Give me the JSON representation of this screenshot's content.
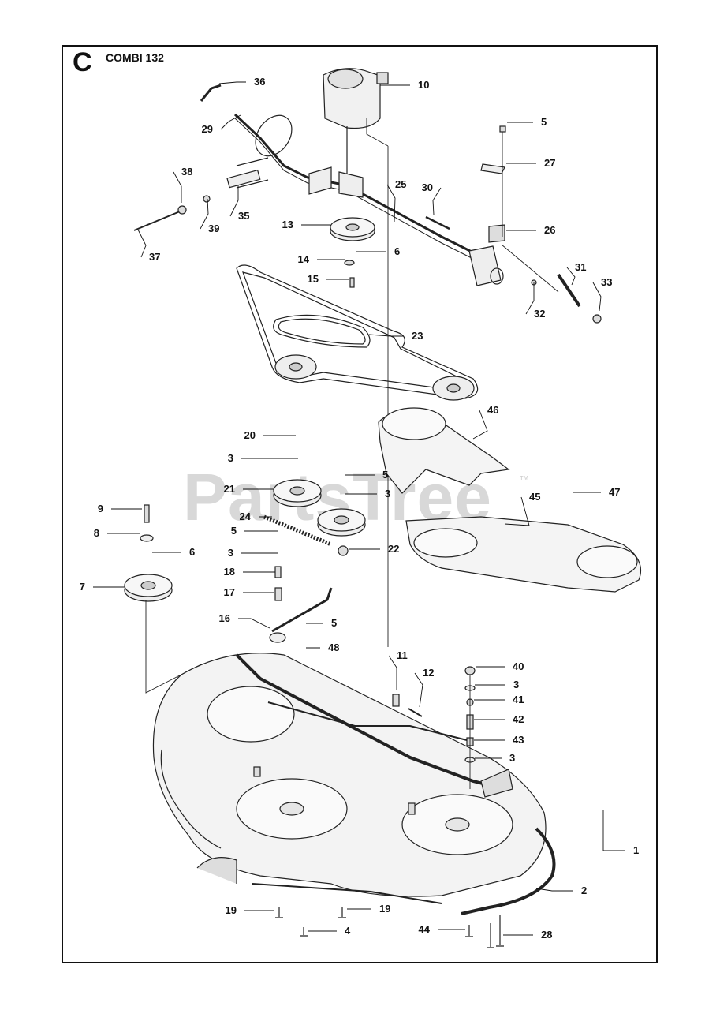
{
  "header": {
    "section_letter": "C",
    "model": "COMBI 132"
  },
  "watermark": {
    "text": "PartsTree",
    "trademark": "™"
  },
  "callouts": [
    "1",
    "2",
    "3",
    "3",
    "3",
    "3",
    "3",
    "4",
    "5",
    "5",
    "5",
    "5",
    "6",
    "6",
    "7",
    "8",
    "9",
    "10",
    "11",
    "12",
    "13",
    "14",
    "15",
    "16",
    "17",
    "18",
    "19",
    "19",
    "20",
    "21",
    "22",
    "23",
    "24",
    "25",
    "26",
    "27",
    "28",
    "29",
    "30",
    "31",
    "32",
    "33",
    "35",
    "36",
    "37",
    "38",
    "39",
    "40",
    "41",
    "42",
    "43",
    "44",
    "45",
    "46",
    "47",
    "48"
  ]
}
